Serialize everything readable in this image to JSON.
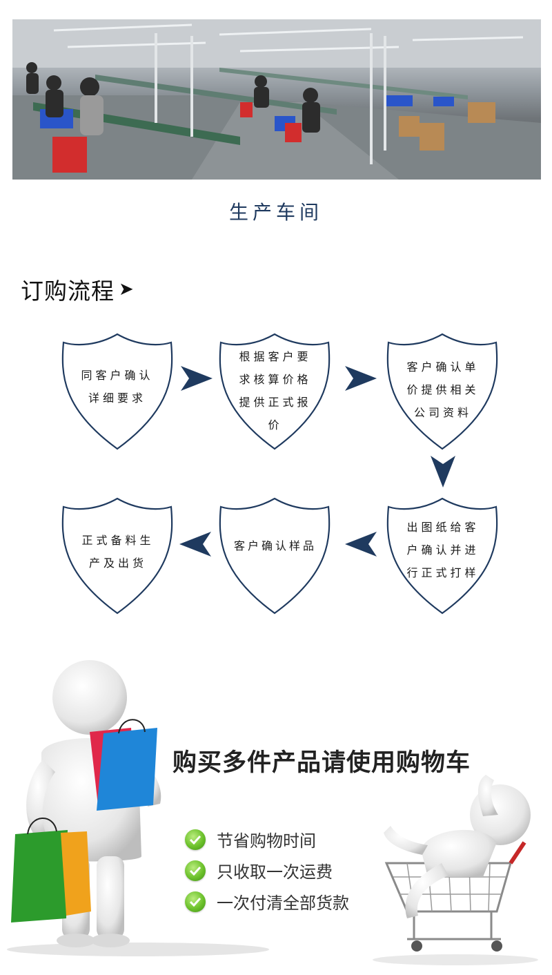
{
  "workshop": {
    "caption": "生产车间"
  },
  "process": {
    "title": "订购流程",
    "title_arrow": "➤",
    "steps": [
      {
        "lines": [
          "同客户确认",
          "详细要求"
        ]
      },
      {
        "lines": [
          "根据客户要",
          "求核算价格",
          "提供正式报",
          "价"
        ]
      },
      {
        "lines": [
          "客户确认单",
          "价提供相关",
          "公司资料"
        ]
      },
      {
        "lines": [
          "出图纸给客",
          "户确认并进",
          "行正式打样"
        ]
      },
      {
        "lines": [
          "客户确认样品"
        ]
      },
      {
        "lines": [
          "正式备料生",
          "产及出货"
        ]
      }
    ],
    "colors": {
      "shield_stroke": "#1f3a5f",
      "arrow_fill": "#1f3a5f"
    }
  },
  "cart_banner": {
    "headline": "购买多件产品请使用购物车",
    "benefits": [
      "节省购物时间",
      "只收取一次运费",
      "一次付清全部货款"
    ],
    "icons": {
      "benefit": "check-icon"
    }
  }
}
